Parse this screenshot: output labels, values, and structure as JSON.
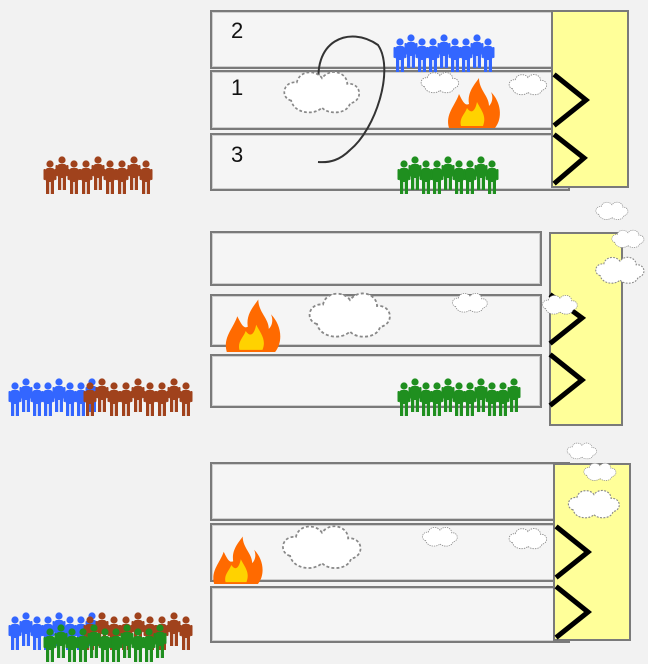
{
  "floor_labels": [
    "2",
    "1",
    "3"
  ],
  "colors": {
    "background": "#f2f2f2",
    "floor_fill": "#f5f5f5",
    "floor_border": "#7a7a7a",
    "stairwell": "#ffff99",
    "smoke": "#ffffff",
    "fire_outer": "#ff6a00",
    "fire_inner": "#ffd200",
    "group_blue": "#3366ff",
    "group_brown": "#a0421c",
    "group_green": "#1f8f1f"
  },
  "icons": [
    "person-icon",
    "smoke-cloud-icon",
    "fire-icon",
    "stair-chevron-icon",
    "evacuation-route-line"
  ]
}
